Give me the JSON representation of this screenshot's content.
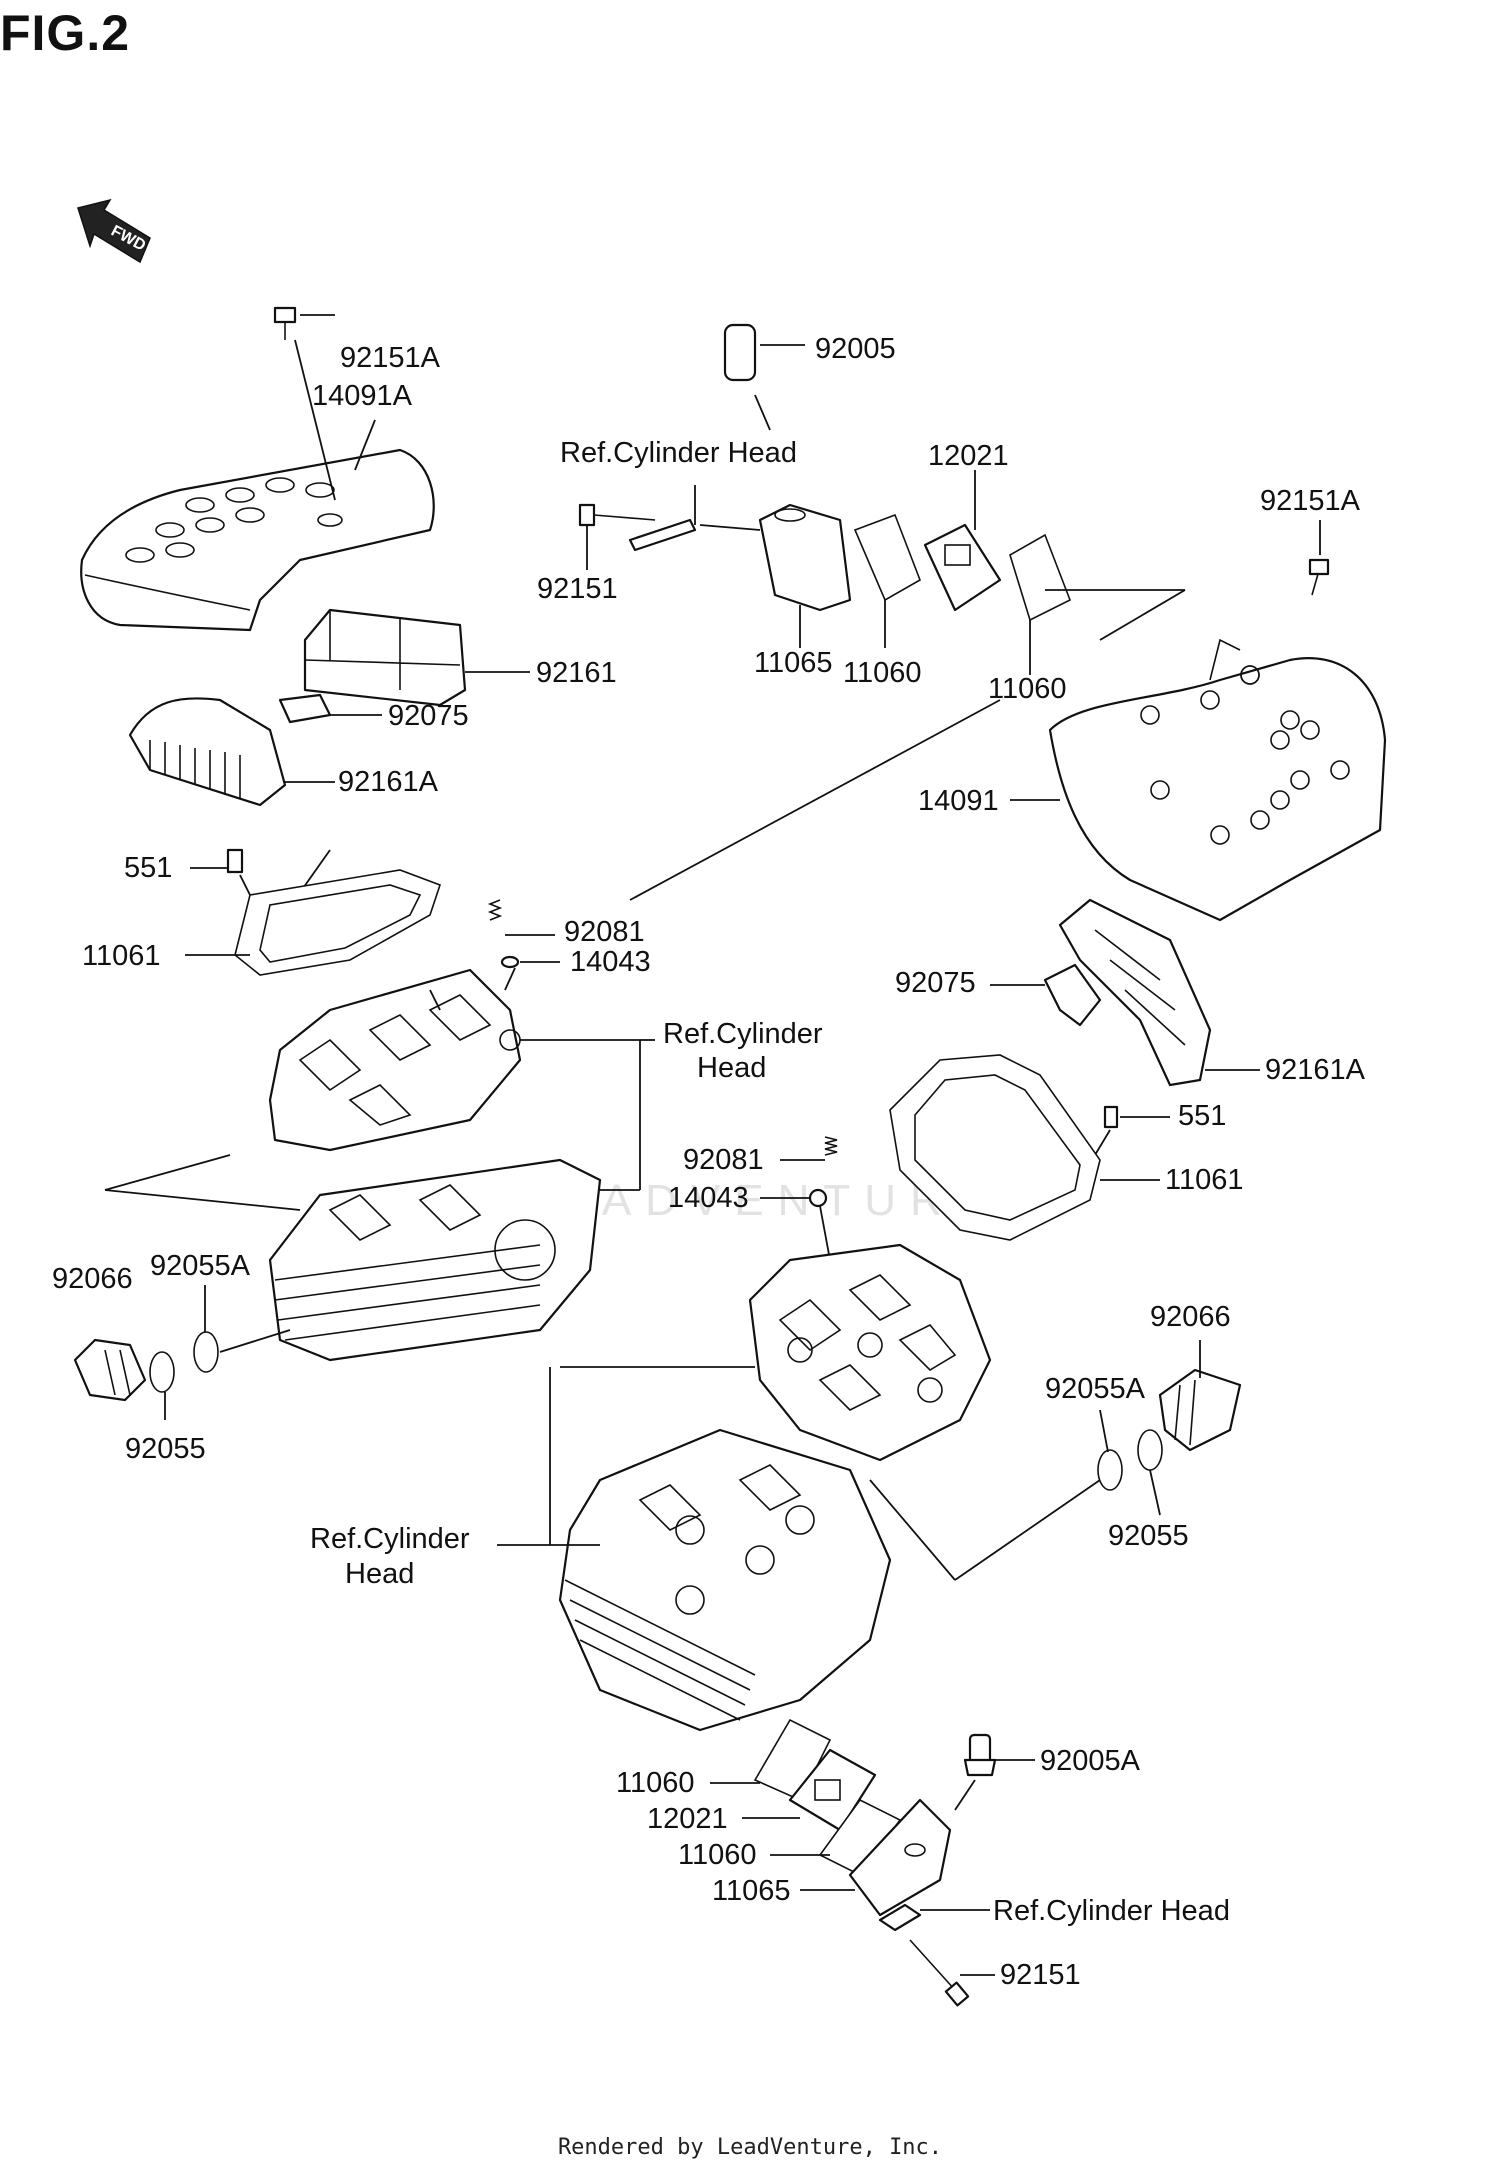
{
  "figure": {
    "title": "FIG.2"
  },
  "direction_marker": {
    "text": "FWD",
    "icon": "fwd-arrow-icon"
  },
  "watermark": {
    "text": "LEADVENTURE"
  },
  "labels": {
    "p92151A_top": "92151A",
    "p14091A": "14091A",
    "p92005": "92005",
    "ref_cyl_head_1": "Ref.Cylinder Head",
    "p12021_top": "12021",
    "p92151A_right": "92151A",
    "p92151_top": "92151",
    "p11065_top": "11065",
    "p11060_a": "11060",
    "p11060_b": "11060",
    "p92161": "92161",
    "p92075_left": "92075",
    "p92161A_left": "92161A",
    "p14091": "14091",
    "p551_left": "551",
    "p11061_left": "11061",
    "p92081_left": "92081",
    "p14043_left": "14043",
    "ref_cyl_head_2_line1": "Ref.Cylinder",
    "ref_cyl_head_2_line2": "Head",
    "p92075_right": "92075",
    "p92161A_right": "92161A",
    "p551_right": "551",
    "p92081_mid": "92081",
    "p14043_mid": "14043",
    "p11061_right": "11061",
    "p92066_left": "92066",
    "p92055A_left": "92055A",
    "p92055_left": "92055",
    "p92066_right": "92066",
    "p92055A_right": "92055A",
    "p92055_right": "92055",
    "ref_cyl_head_3_line1": "Ref.Cylinder",
    "ref_cyl_head_3_line2": "Head",
    "p11060_c": "11060",
    "p12021_bottom": "12021",
    "p11060_d": "11060",
    "p11065_bottom": "11065",
    "p92005A": "92005A",
    "ref_cyl_head_4": "Ref.Cylinder Head",
    "p92151_bottom": "92151"
  },
  "footer": {
    "text": "Rendered by LeadVenture, Inc."
  }
}
